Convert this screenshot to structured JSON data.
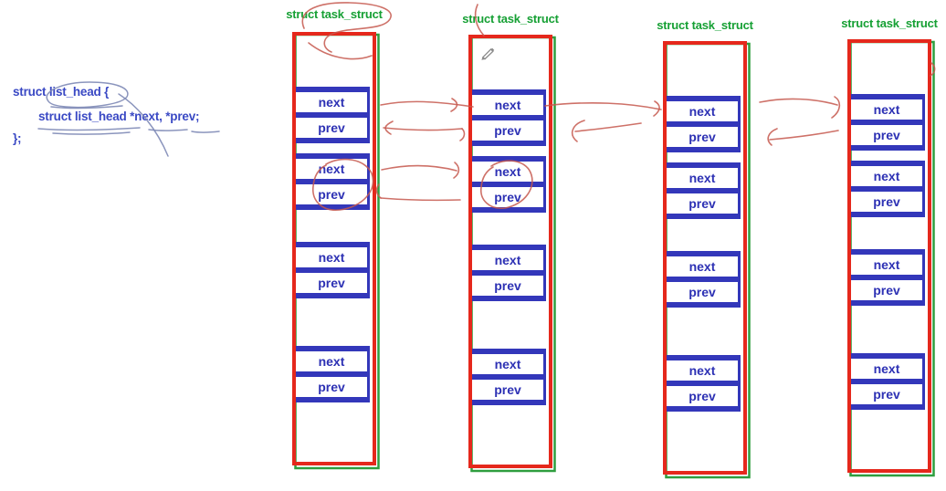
{
  "code_snippet": {
    "line1": "struct list_head {",
    "line2": "struct list_head *next, *prev;",
    "line3": "};"
  },
  "columns": [
    {
      "label": "struct task_struct",
      "pairs": [
        {
          "next": "next",
          "prev": "prev"
        },
        {
          "next": "next",
          "prev": "prev"
        },
        {
          "next": "next",
          "prev": "prev"
        },
        {
          "next": "next",
          "prev": "prev"
        }
      ]
    },
    {
      "label": "struct task_struct",
      "pairs": [
        {
          "next": "next",
          "prev": "prev"
        },
        {
          "next": "next",
          "prev": "prev"
        },
        {
          "next": "next",
          "prev": "prev"
        },
        {
          "next": "next",
          "prev": "prev"
        }
      ]
    },
    {
      "label": "struct task_struct",
      "pairs": [
        {
          "next": "next",
          "prev": "prev"
        },
        {
          "next": "next",
          "prev": "prev"
        },
        {
          "next": "next",
          "prev": "prev"
        },
        {
          "next": "next",
          "prev": "prev"
        }
      ]
    },
    {
      "label": "struct task_struct",
      "pairs": [
        {
          "next": "next",
          "prev": "prev"
        },
        {
          "next": "next",
          "prev": "prev"
        },
        {
          "next": "next",
          "prev": "prev"
        },
        {
          "next": "next",
          "prev": "prev"
        }
      ]
    }
  ],
  "icons": {
    "pencil_cursor": "pencil-icon"
  },
  "colors": {
    "struct_label_green": "#16a034",
    "frame_red": "#e5281c",
    "frame_green": "#2f9e3f",
    "field_blue": "#3337ba",
    "field_text_blue": "#2d31b4",
    "code_text_blue": "#3a49c4",
    "hand_annotation_red": "#c5584d",
    "hand_annotation_blue_gray": "#7e89b6",
    "pencil_gray": "#8a8a8a",
    "background": "#ffffff"
  }
}
